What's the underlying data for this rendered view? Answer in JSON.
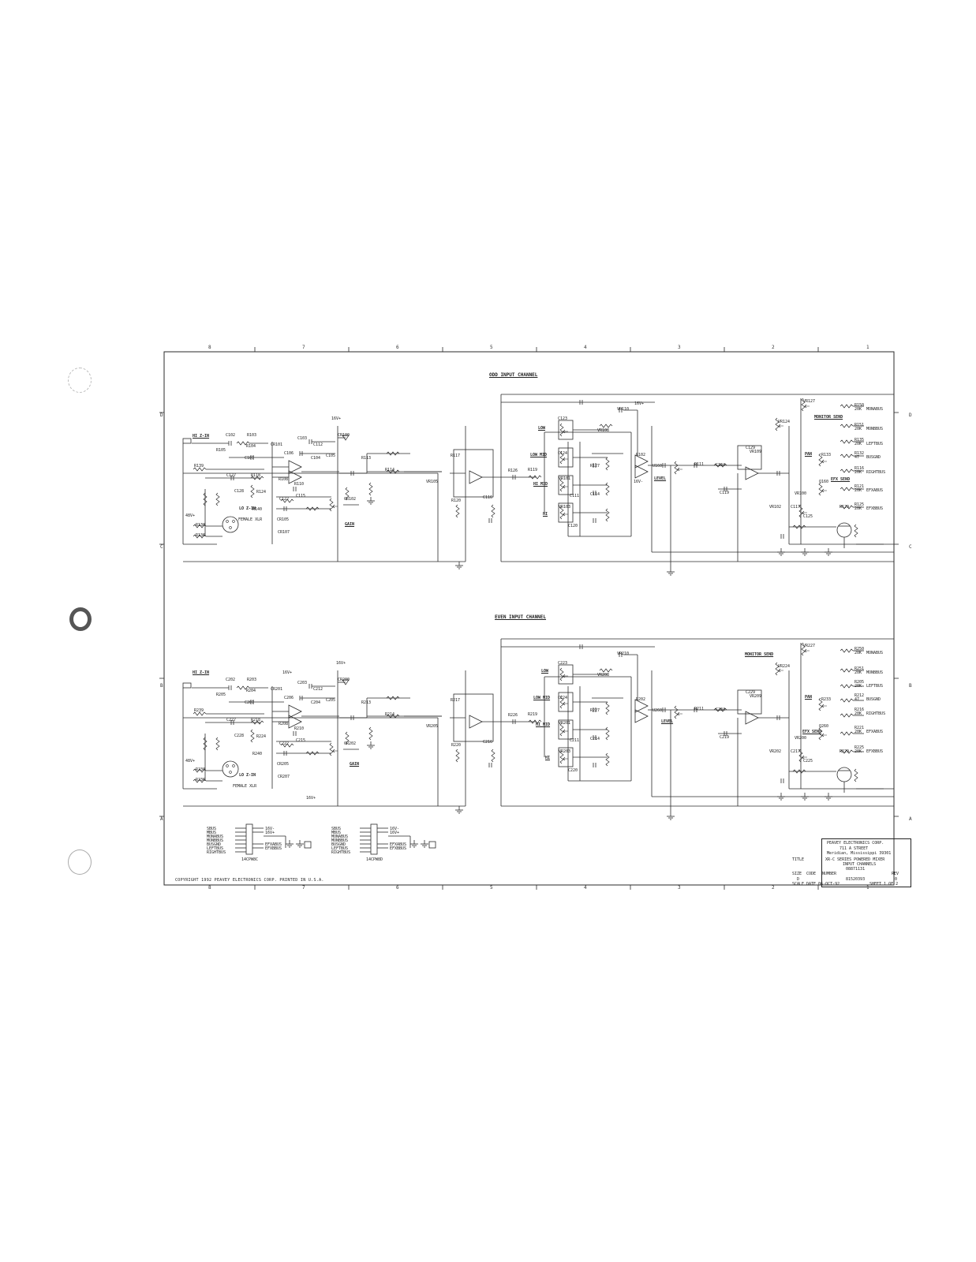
{
  "odd_channel": {
    "title": "ODD INPUT CHANNEL",
    "labels": {
      "hi_z": "HI Z-IN",
      "lo_z": "LO Z-IN",
      "female_xlr": "FEMALE XLR",
      "48v": "48V+",
      "gain": "GAIN",
      "low": "LOW",
      "low_mid": "LOW MID",
      "hi_mid": "HI MID",
      "hi": "HI",
      "level": "LEVEL",
      "monitor_send": "MONITOR SEND",
      "pan": "PAN",
      "efx_send": "EFX SEND",
      "v16p": "16V+",
      "v16m": "16V-"
    },
    "bus_outputs": [
      {
        "ref": "R150",
        "value": "20K",
        "bus": "MONABUS"
      },
      {
        "ref": "R151",
        "value": "20K",
        "bus": "MONBBUS"
      },
      {
        "ref": "R135",
        "value": "20K",
        "bus": "LEFTBUS"
      },
      {
        "ref": "R132",
        "value": "47",
        "bus": "BUSGND"
      },
      {
        "ref": "R116",
        "value": "20K",
        "bus": "RIGHTBUS"
      },
      {
        "ref": "R121",
        "value": "20K",
        "bus": "EFXABUS"
      },
      {
        "ref": "R125",
        "value": "20K",
        "bus": "EFXBBUS"
      }
    ],
    "parts": [
      "C102",
      "R103",
      "R105",
      "C107",
      "R139",
      "C127",
      "R118",
      "C128",
      "R124",
      "R140",
      "R130",
      "R136",
      "C103",
      "C104",
      "C105",
      "C106",
      "C112",
      "C115",
      "C122",
      "CR100",
      "CR101",
      "CR102",
      "CR105",
      "CR107",
      "R104",
      "R108",
      "R110",
      "R113",
      "R114",
      "R117",
      "R119",
      "R120",
      "R126",
      "R127",
      "C114",
      "C111",
      "C116",
      "C120",
      "C123",
      "C124",
      "VR101",
      "VR103",
      "VR105",
      "VR108",
      "VR110",
      "R102",
      "C134",
      "U160",
      "R111",
      "C119",
      "C129",
      "C117",
      "C125",
      "R129",
      "R133",
      "Q160",
      "VR124",
      "VR127",
      "VR100",
      "VR102",
      "VR109"
    ]
  },
  "even_channel": {
    "title": "EVEN INPUT CHANNEL",
    "labels": {
      "hi_z": "HI Z-IN",
      "lo_z": "LO Z-IN",
      "female_xlr": "FEMALE XLR",
      "48v": "48V+",
      "gain": "GAIN",
      "low": "LOW",
      "low_mid": "LOW MID",
      "hi_mid": "HI MID",
      "hi": "HI",
      "level": "LEVEL",
      "monitor_send": "MONITOR SEND",
      "pan": "PAN",
      "efx_send": "EFX SEND",
      "v16p": "16V+",
      "v16m": "16V-"
    },
    "bus_outputs": [
      {
        "ref": "R250",
        "value": "20K",
        "bus": "MONABUS"
      },
      {
        "ref": "R251",
        "value": "20K",
        "bus": "MONBBUS"
      },
      {
        "ref": "R205",
        "value": "20K",
        "bus": "LEFTBUS"
      },
      {
        "ref": "R212",
        "value": "47",
        "bus": "BUSGND"
      },
      {
        "ref": "R216",
        "value": "20K",
        "bus": "RIGHTBUS"
      },
      {
        "ref": "R221",
        "value": "20K",
        "bus": "EFXABUS"
      },
      {
        "ref": "R225",
        "value": "20K",
        "bus": "EFXBBUS"
      }
    ],
    "parts": [
      "C202",
      "R203",
      "R205",
      "C207",
      "R239",
      "C227",
      "R218",
      "C228",
      "R224",
      "R240",
      "R230",
      "R236",
      "C203",
      "C204",
      "C205",
      "C206",
      "C212",
      "C215",
      "C222",
      "CR200",
      "CR201",
      "CR202",
      "CR205",
      "CR207",
      "R204",
      "R208",
      "R210",
      "R213",
      "R214",
      "R217",
      "R219",
      "R220",
      "R226",
      "R227",
      "C214",
      "C211",
      "C216",
      "C220",
      "C223",
      "C224",
      "VR201",
      "VR203",
      "VR205",
      "VR208",
      "VR210",
      "R202",
      "C234",
      "U260",
      "R211",
      "C219",
      "C229",
      "C217",
      "C225",
      "R229",
      "R233",
      "Q260",
      "VR224",
      "VR227",
      "VR200",
      "VR202",
      "VR209"
    ]
  },
  "connectors": [
    {
      "pins": [
        "SBUS",
        "MBUS",
        "MONABUS",
        "MONBBUS",
        "BUSGND",
        "LEFTBUS",
        "RIGHTBUS"
      ],
      "right": [
        "16V-",
        "16V+",
        "EFXABUS",
        "EFXBBUS"
      ],
      "part": "14CPW8C"
    },
    {
      "pins": [
        "SBUS",
        "MBUS",
        "MONABUS",
        "MONBBUS",
        "BUSGND",
        "LEFTBUS",
        "RIGHTBUS"
      ],
      "right": [
        "16V-",
        "16V+",
        "EFXABUS",
        "EFXBBUS"
      ],
      "part": "14CPW8D"
    }
  ],
  "zone_numbers_top": [
    "8",
    "7",
    "6",
    "5",
    "4",
    "3",
    "2",
    "1"
  ],
  "zone_letters": [
    "D",
    "C",
    "B",
    "A"
  ],
  "title_block": {
    "company": "PEAVEY ELECTRONICS CORP.",
    "address1": "711 A STREET",
    "address2": "Meridian, Mississippi 39301",
    "title_label": "TITLE",
    "title1": "XR-C SERIES POWERED MIXER",
    "title2": "INPUT CHANNELS",
    "title3": "08871131",
    "size_label": "SIZE",
    "size": "D",
    "code_label": "CODE",
    "number_label": "NUMBER",
    "number": "81520393",
    "rev_label": "REV",
    "rev": "0",
    "scale_label": "SCALE",
    "date": "DATE  06-OCT-92",
    "sheet": "SHEET  1  OF  2"
  },
  "copyright": "COPYRIGHT 1992 PEAVEY ELECTRONICS CORP. PRINTED IN U.S.A."
}
